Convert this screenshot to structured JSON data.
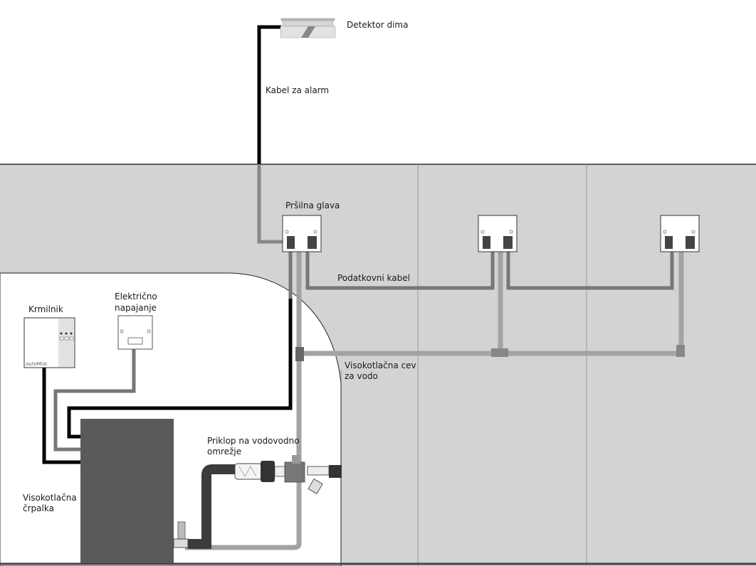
{
  "diagram": {
    "language": "sl",
    "labels": {
      "smoke_detector": "Detektor dima",
      "alarm_cable": "Kabel za alarm",
      "spray_head": "Pršilna glava",
      "data_cable": "Podatkovni kabel",
      "controller": "Krmilnik",
      "power_supply_line1": "Električno",
      "power_supply_line2": "napajanje",
      "water_hose_line1": "Visokotlačna cev",
      "water_hose_line2": "za vodo",
      "water_connection_line1": "Priklop na vodovodno",
      "water_connection_line2": "omrežje",
      "pump_line1": "Visokotlačna",
      "pump_line2": "črpalka"
    },
    "controller_brand": "autoMist",
    "spray_head_count": 3,
    "colors": {
      "ceiling_wall": "#d2d3d5",
      "room": "#ffffff",
      "alarm_cable": "#000000",
      "data_cable": "#7a7a7a",
      "water_pipe": "#a8a8a8",
      "pump": "#5a5a5a",
      "supply_hose": "#3c3c3c"
    }
  }
}
